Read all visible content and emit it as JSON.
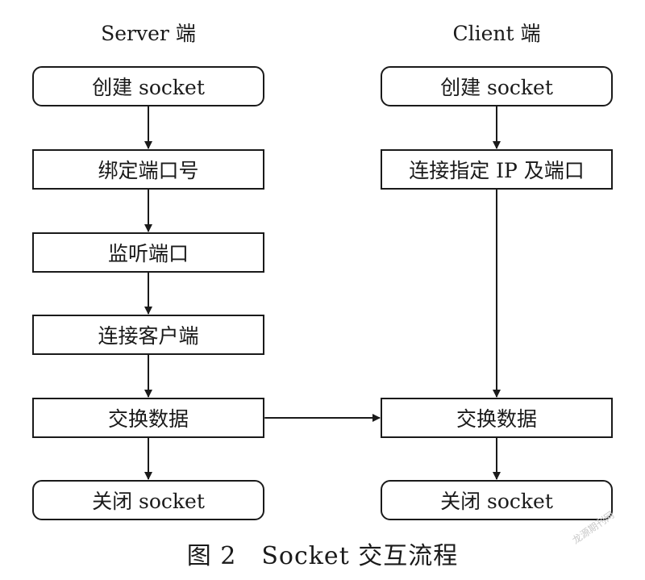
{
  "columns": {
    "server": {
      "title": "Server 端"
    },
    "client": {
      "title": "Client 端"
    }
  },
  "server_steps": [
    {
      "label": "创建 socket",
      "shape": "rounded"
    },
    {
      "label": "绑定端口号",
      "shape": "rect"
    },
    {
      "label": "监听端口",
      "shape": "rect"
    },
    {
      "label": "连接客户端",
      "shape": "rect"
    },
    {
      "label": "交换数据",
      "shape": "rect"
    },
    {
      "label": "关闭 socket",
      "shape": "rounded"
    }
  ],
  "client_steps": [
    {
      "label": "创建 socket",
      "shape": "rounded"
    },
    {
      "label": "连接指定 IP 及端口",
      "shape": "rect"
    },
    {
      "label": "交换数据",
      "shape": "rect"
    },
    {
      "label": "关闭 socket",
      "shape": "rounded"
    }
  ],
  "edges": [
    {
      "from": "server.0",
      "to": "server.1",
      "type": "arrow"
    },
    {
      "from": "server.1",
      "to": "server.2",
      "type": "arrow"
    },
    {
      "from": "server.2",
      "to": "server.3",
      "type": "arrow"
    },
    {
      "from": "server.3",
      "to": "server.4",
      "type": "arrow"
    },
    {
      "from": "server.4",
      "to": "server.5",
      "type": "arrow"
    },
    {
      "from": "client.0",
      "to": "client.1",
      "type": "arrow"
    },
    {
      "from": "client.1",
      "to": "client.2",
      "type": "arrow"
    },
    {
      "from": "client.2",
      "to": "client.3",
      "type": "arrow"
    },
    {
      "from": "server.4",
      "to": "client.4",
      "type": "bidirectional"
    }
  ],
  "caption": "图 2　Socket 交互流程",
  "watermark": "龙源期刊网",
  "colors": {
    "stroke": "#1a1a1a",
    "background": "#ffffff",
    "watermark": "#c9c9c9"
  }
}
